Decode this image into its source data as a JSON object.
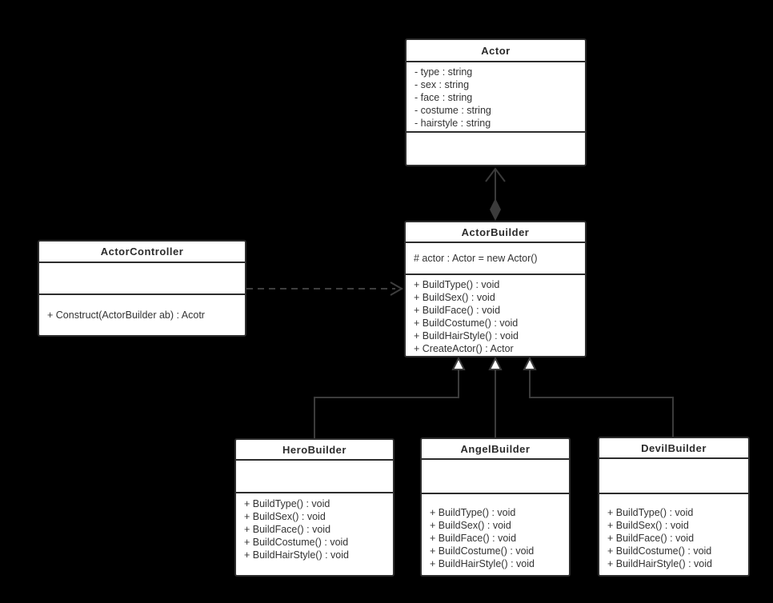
{
  "diagram": {
    "type": "uml-class-diagram",
    "background_color": "#000000",
    "box_fill": "#ffffff",
    "box_border_color": "#2d2d2d",
    "text_color": "#333333",
    "connector_color": "#3b3b3b",
    "generalization_arrow_fill": "#ffffff"
  },
  "classes": {
    "actor": {
      "name": "Actor",
      "attributes": [
        "- type : string",
        "- sex : string",
        "- face : string",
        "- costume : string",
        "- hairstyle : string"
      ],
      "methods": []
    },
    "actor_builder": {
      "name": "ActorBuilder",
      "attributes": [
        "# actor : Actor = new Actor()"
      ],
      "methods": [
        "+ BuildType() : void",
        "+ BuildSex() : void",
        "+ BuildFace() : void",
        "+ BuildCostume() : void",
        "+ BuildHairStyle() : void",
        "+ CreateActor() : Actor"
      ]
    },
    "actor_controller": {
      "name": "ActorController",
      "attributes": [],
      "methods": [
        "+ Construct(ActorBuilder ab) : Acotr"
      ]
    },
    "hero_builder": {
      "name": "HeroBuilder",
      "attributes": [],
      "methods": [
        "+ BuildType() : void",
        "+ BuildSex() : void",
        "+ BuildFace() : void",
        "+ BuildCostume() : void",
        "+ BuildHairStyle() : void"
      ]
    },
    "angel_builder": {
      "name": "AngelBuilder",
      "attributes": [],
      "methods": [
        "+ BuildType() : void",
        "+ BuildSex() : void",
        "+ BuildFace() : void",
        "+ BuildCostume() : void",
        "+ BuildHairStyle() : void"
      ]
    },
    "devil_builder": {
      "name": "DevilBuilder",
      "attributes": [],
      "methods": [
        "+ BuildType() : void",
        "+ BuildSex() : void",
        "+ BuildFace() : void",
        "+ BuildCostume() : void",
        "+ BuildHairStyle() : void"
      ]
    }
  },
  "relationships": [
    {
      "type": "composition",
      "from": "ActorBuilder",
      "to": "Actor"
    },
    {
      "type": "dependency",
      "from": "ActorController",
      "to": "ActorBuilder",
      "line_style": "dashed"
    },
    {
      "type": "generalization",
      "from": "HeroBuilder",
      "to": "ActorBuilder"
    },
    {
      "type": "generalization",
      "from": "AngelBuilder",
      "to": "ActorBuilder"
    },
    {
      "type": "generalization",
      "from": "DevilBuilder",
      "to": "ActorBuilder"
    }
  ]
}
